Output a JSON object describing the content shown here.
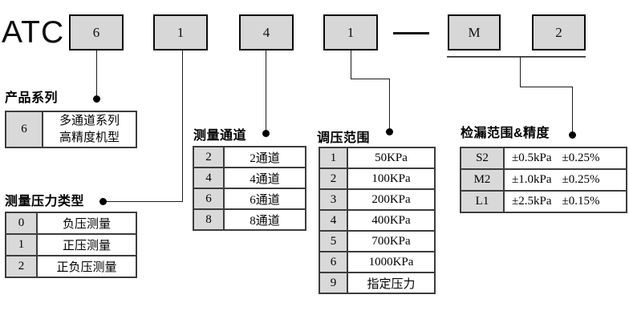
{
  "model": {
    "prefix": "ATC",
    "codes": [
      "6",
      "1",
      "4",
      "1",
      "M",
      "2"
    ],
    "separator": "—"
  },
  "colors": {
    "box_fill": "#d7d7d7",
    "cell_fill": "#d9d9d9",
    "border": "#3d3d3d",
    "line": "#1c1c1c"
  },
  "sections": {
    "product_series": {
      "title": "产品系列",
      "rows": [
        {
          "code": "6",
          "desc1": "多通道系列",
          "desc2": "高精度机型"
        }
      ]
    },
    "pressure_type": {
      "title": "测量压力类型",
      "rows": [
        {
          "code": "0",
          "desc": "负压测量"
        },
        {
          "code": "1",
          "desc": "正压测量"
        },
        {
          "code": "2",
          "desc": "正负压测量"
        }
      ]
    },
    "channels": {
      "title": "测量通道",
      "rows": [
        {
          "code": "2",
          "desc": "2通道"
        },
        {
          "code": "4",
          "desc": "4通道"
        },
        {
          "code": "6",
          "desc": "6通道"
        },
        {
          "code": "8",
          "desc": "8通道"
        }
      ]
    },
    "pressure_range": {
      "title": "调压范围",
      "rows": [
        {
          "code": "1",
          "desc": "50KPa"
        },
        {
          "code": "2",
          "desc": "100KPa"
        },
        {
          "code": "3",
          "desc": "200KPa"
        },
        {
          "code": "4",
          "desc": "400KPa"
        },
        {
          "code": "5",
          "desc": "700KPa"
        },
        {
          "code": "6",
          "desc": "1000KPa"
        },
        {
          "code": "9",
          "desc": "指定压力"
        }
      ]
    },
    "leak_range": {
      "title": "检漏范围&精度",
      "rows": [
        {
          "code": "S2",
          "range": "±0.5kPa",
          "accuracy": "±0.25%"
        },
        {
          "code": "M2",
          "range": "±1.0kPa",
          "accuracy": "±0.25%"
        },
        {
          "code": "L1",
          "range": "±2.5kPa",
          "accuracy": "±0.15%"
        }
      ]
    }
  }
}
